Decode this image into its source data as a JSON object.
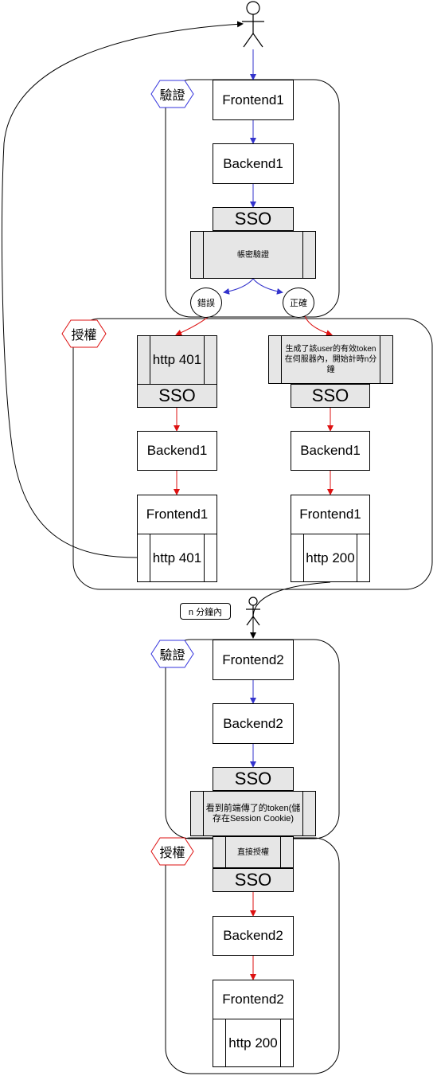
{
  "nodes": {
    "frontend1": "Frontend1",
    "backend1": "Backend1",
    "sso": "SSO",
    "password_check": "帳密驗證",
    "error": "錯誤",
    "correct": "正確",
    "verify": "驗證",
    "authorize": "授權",
    "http401": "http 401",
    "generate_token": "生成了該user的有效token在伺服器內，開始計時n分鐘",
    "backend1_left": "Backend1",
    "frontend1_left": "Frontend1",
    "http401_bottom": "http 401",
    "backend1_right": "Backend1",
    "frontend1_right": "Frontend1",
    "http200": "http 200",
    "n_minutes": "n 分鐘內",
    "verify2": "驗證",
    "frontend2": "Frontend2",
    "backend2": "Backend2",
    "saw_token": "看到前端傳了的token(儲存在Session Cookie)",
    "direct_auth": "直接授權",
    "authorize2": "授權",
    "backend2_bottom": "Backend2",
    "frontend2_bottom": "Frontend2",
    "http200_bottom": "http 200"
  },
  "colors": {
    "blue_edge": "#3333cc",
    "red_edge": "#dd1111",
    "hex_blue": "#3333dd",
    "hex_red": "#dd1111",
    "sso_fill": "#e6e6e6"
  }
}
